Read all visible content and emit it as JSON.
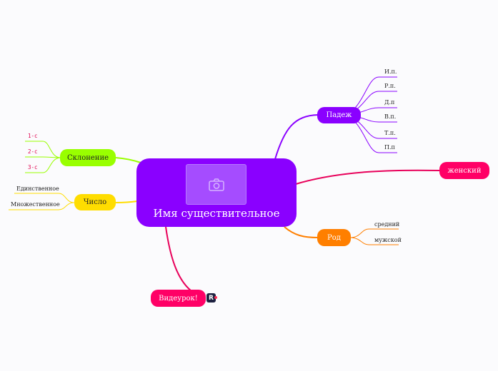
{
  "central": {
    "title": "Имя существительное"
  },
  "branches": {
    "padezh": {
      "label": "Падеж",
      "items": [
        "И.п.",
        "Р.п.",
        "Д.п",
        "В.п.",
        "Т.п.",
        "П.п"
      ],
      "color": "#8a00ff"
    },
    "zhenskiy": {
      "label": "женский",
      "color": "#ff0066"
    },
    "rod": {
      "label": "Род",
      "items": [
        "средний",
        "мужской"
      ],
      "color": "#ff7f00"
    },
    "videourok": {
      "label": "Видеурок!",
      "color": "#ff0066"
    },
    "chislo": {
      "label": "Число",
      "items": [
        "Единственное",
        "Множественное"
      ],
      "color": "#ffdd00"
    },
    "sklonenie": {
      "label": "Склонение",
      "items": [
        "1-с",
        "2-с",
        "3-с"
      ],
      "color": "#99ff00"
    }
  },
  "icons": {
    "photo": "camera-icon",
    "brand": "brand-logo-icon"
  }
}
